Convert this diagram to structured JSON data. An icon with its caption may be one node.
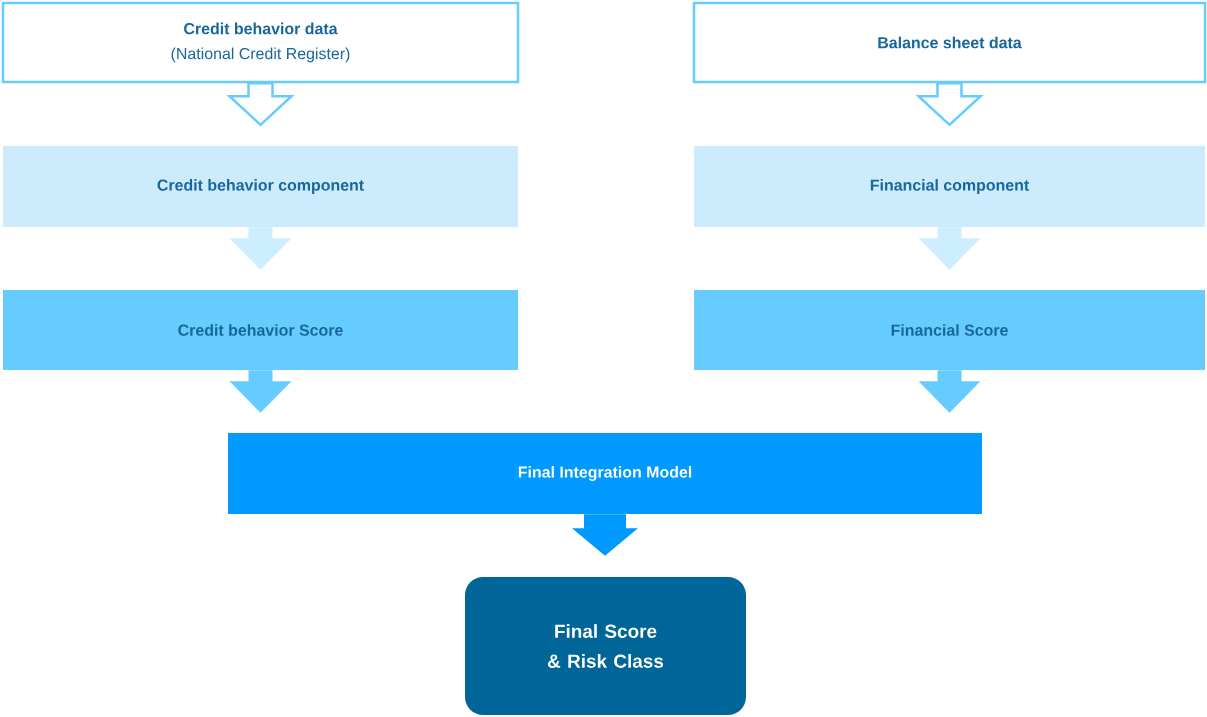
{
  "diagram": {
    "nodes": [
      {
        "text": [
          "Credit behavior data",
          "(National Credit Register)"
        ]
      },
      {
        "text": [
          "Balance sheet data"
        ]
      },
      {
        "text": [
          "Credit behavior component"
        ]
      },
      {
        "text": [
          "Financial component"
        ]
      },
      {
        "text": [
          "Credit behavior Score"
        ]
      },
      {
        "text": [
          "Financial Score"
        ]
      },
      {
        "text": [
          "Final Integration Model"
        ]
      },
      {
        "text": [
          "Final Score & Risk Class"
        ]
      }
    ],
    "edges": [
      {
        "from": 0,
        "to": 2,
        "arrow": "to",
        "color": "#66ccff"
      },
      {
        "from": 1,
        "to": 3,
        "arrow": "to",
        "color": "#66ccff"
      },
      {
        "from": 2,
        "to": 4,
        "arrow": "to",
        "color": "#cceeff"
      },
      {
        "from": 3,
        "to": 5,
        "arrow": "to",
        "color": "#cceeff"
      },
      {
        "from": 4,
        "to": 6,
        "arrow": "to",
        "color": "#66ccff"
      },
      {
        "from": 5,
        "to": 6,
        "arrow": "to",
        "color": "#66ccff"
      },
      {
        "from": 6,
        "to": 7,
        "arrow": "to",
        "color": "#0099ff"
      }
    ]
  }
}
